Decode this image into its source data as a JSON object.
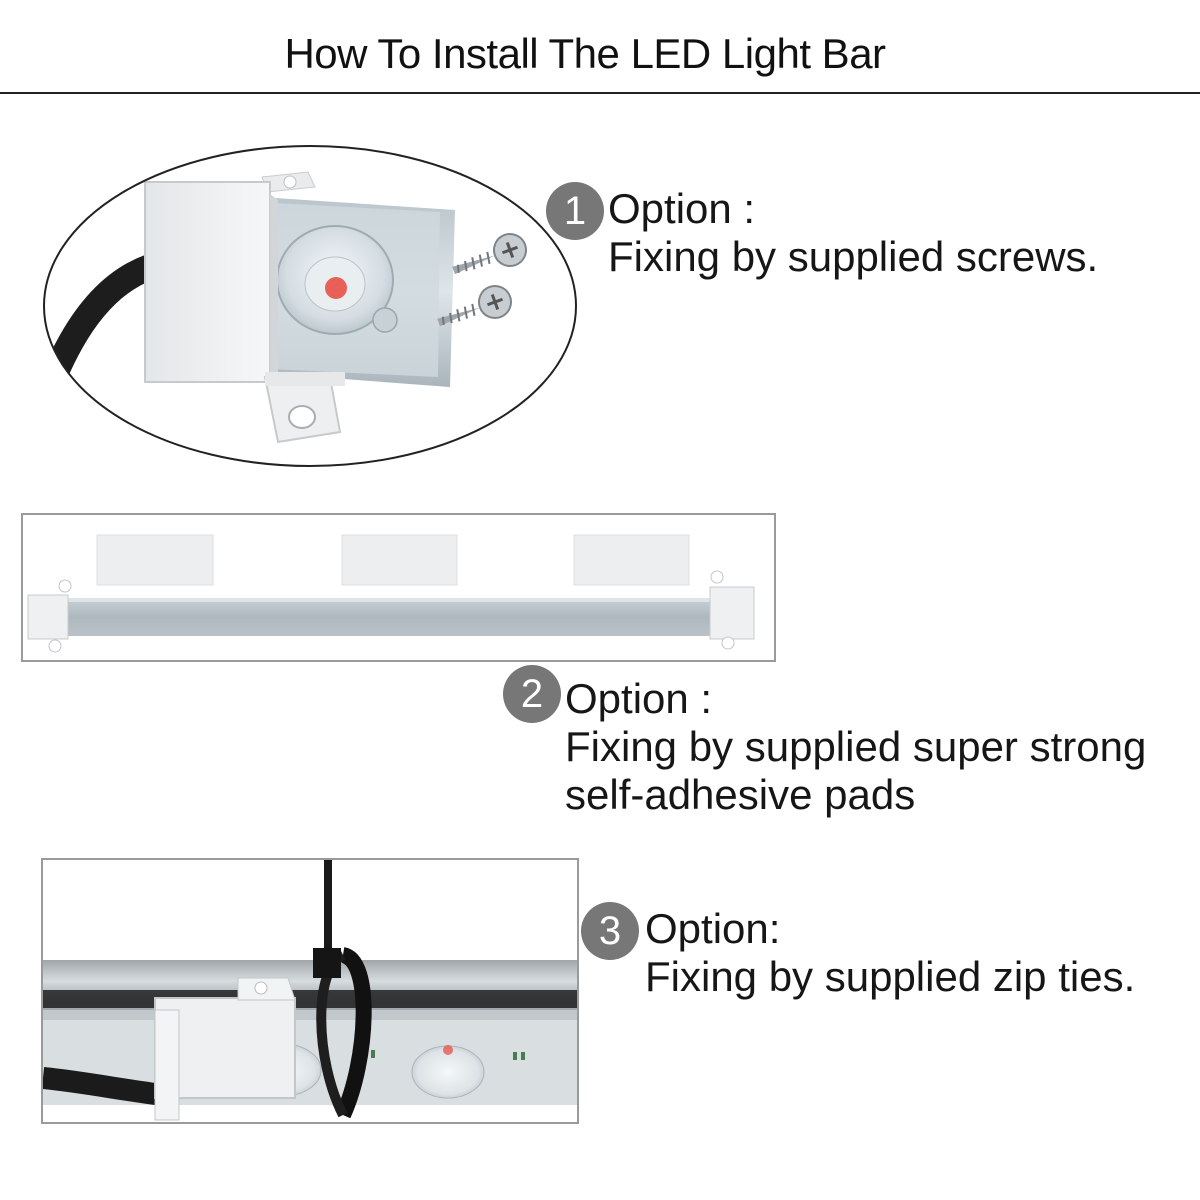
{
  "header": {
    "title": "How To Install The LED Light Bar"
  },
  "options": [
    {
      "number": "1",
      "heading": "Option :",
      "lines": [
        "Fixing by supplied screws."
      ]
    },
    {
      "number": "2",
      "heading": "Option :",
      "lines": [
        "Fixing by supplied super strong",
        "self-adhesive pads"
      ]
    },
    {
      "number": "3",
      "heading": "Option:",
      "lines": [
        "Fixing by supplied zip ties."
      ]
    }
  ],
  "colors": {
    "badge": "#777777",
    "rule": "#222222",
    "frame": "#9a9a9a",
    "led": "#e8463c"
  },
  "icons": [
    "screw-icon",
    "led-bar-icon",
    "adhesive-pad-icon",
    "zip-tie-icon",
    "cable-icon"
  ]
}
